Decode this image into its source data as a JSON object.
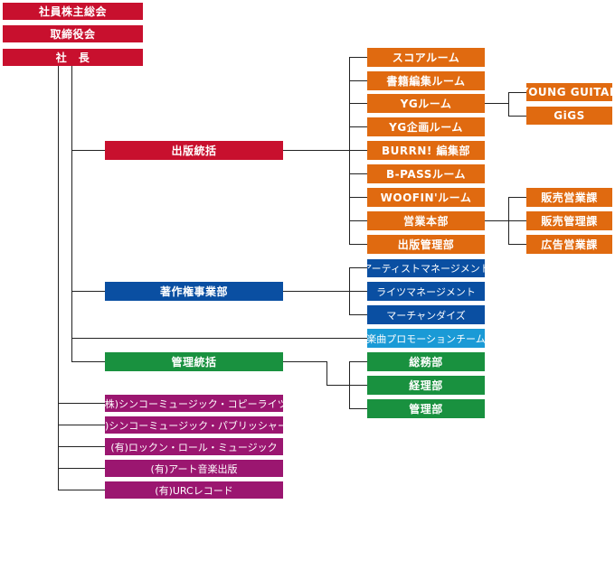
{
  "colors": {
    "red": "#c8102e",
    "orange": "#e06a10",
    "blue": "#0a4fa2",
    "cyan": "#1a9ad6",
    "green": "#19913f",
    "purple": "#9b1670",
    "line": "#222222"
  },
  "executive": {
    "board": "社員株主総会",
    "directors": "取締役会",
    "president": "社　長"
  },
  "publishing": {
    "head": "出版統括",
    "rooms": [
      "スコアルーム",
      "書籍編集ルーム",
      "YGルーム",
      "YG企画ルーム",
      "BURRN! 編集部",
      "B-PASSルーム",
      "WOOFIN'ルーム",
      "営業本部",
      "出版管理部"
    ],
    "yg_sub": [
      "YOUNG GUITAR",
      "GiGS"
    ],
    "sales_sub": [
      "販売営業課",
      "販売管理課",
      "広告営業課"
    ]
  },
  "copyright": {
    "head": "著作権事業部",
    "items": [
      "アーティストマネージメント",
      "ライツマネージメント",
      "マーチャンダイズ"
    ]
  },
  "promotion": "楽曲プロモーションチーム",
  "admin": {
    "head": "管理統括",
    "items": [
      "総務部",
      "経理部",
      "管理部"
    ]
  },
  "affiliates": [
    "(株)シンコーミュージック・コピーライツ",
    "(株)シンコーミュージック・パブリッシャーズ",
    "(有)ロックン・ロール・ミュージック",
    "(有)アート音楽出版",
    "(有)URCレコード"
  ]
}
